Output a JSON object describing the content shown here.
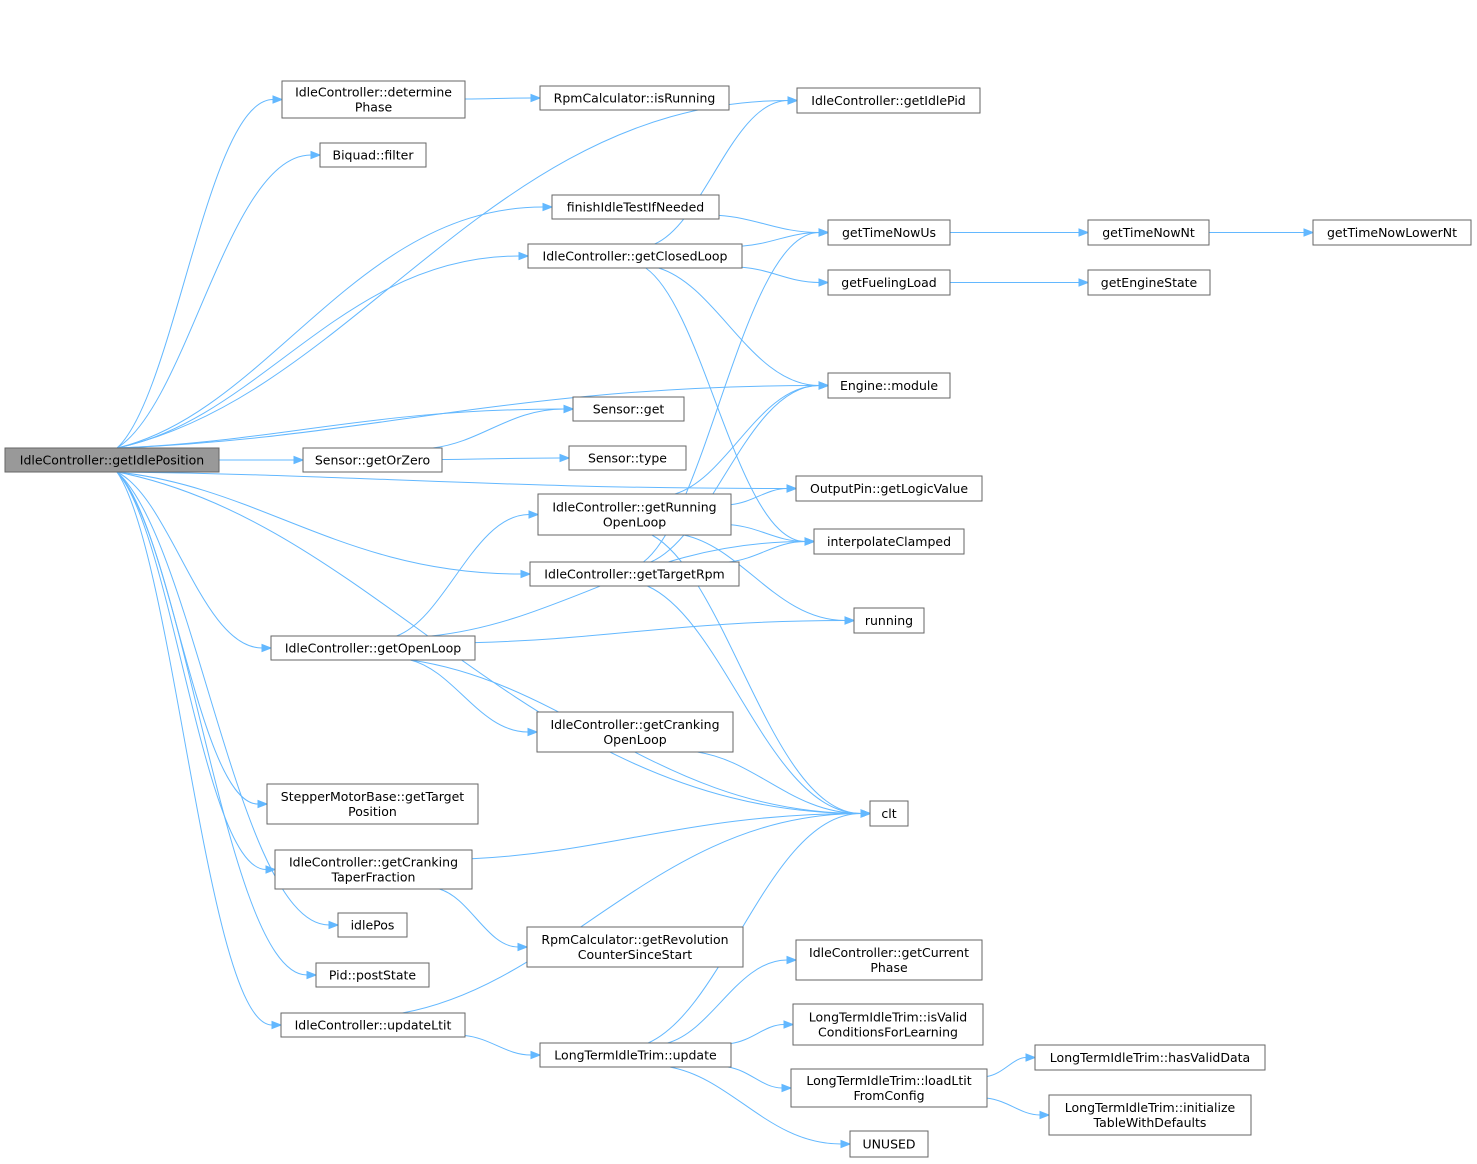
{
  "nodes": [
    {
      "id": "root",
      "lines": [
        "IdleController::getIdlePosition"
      ],
      "root": true
    },
    {
      "id": "determinePhase",
      "lines": [
        "IdleController::determine",
        "Phase"
      ]
    },
    {
      "id": "isRunning",
      "lines": [
        "RpmCalculator::isRunning"
      ]
    },
    {
      "id": "filter",
      "lines": [
        "Biquad::filter"
      ]
    },
    {
      "id": "finishIdleTest",
      "lines": [
        "finishIdleTestIfNeeded"
      ]
    },
    {
      "id": "getClosedLoop",
      "lines": [
        "IdleController::getClosedLoop"
      ]
    },
    {
      "id": "sensorGet",
      "lines": [
        "Sensor::get"
      ]
    },
    {
      "id": "getOrZero",
      "lines": [
        "Sensor::getOrZero"
      ]
    },
    {
      "id": "sensorType",
      "lines": [
        "Sensor::type"
      ]
    },
    {
      "id": "getRunningOpenLoop",
      "lines": [
        "IdleController::getRunning",
        "OpenLoop"
      ]
    },
    {
      "id": "getTargetRpm",
      "lines": [
        "IdleController::getTargetRpm"
      ]
    },
    {
      "id": "getOpenLoop",
      "lines": [
        "IdleController::getOpenLoop"
      ]
    },
    {
      "id": "getCrankingOpenLoop",
      "lines": [
        "IdleController::getCranking",
        "OpenLoop"
      ]
    },
    {
      "id": "stepperTarget",
      "lines": [
        "StepperMotorBase::getTarget",
        "Position"
      ]
    },
    {
      "id": "taperFraction",
      "lines": [
        "IdleController::getCranking",
        "TaperFraction"
      ]
    },
    {
      "id": "revCounter",
      "lines": [
        "RpmCalculator::getRevolution",
        "CounterSinceStart"
      ]
    },
    {
      "id": "idlePos",
      "lines": [
        "idlePos"
      ]
    },
    {
      "id": "postState",
      "lines": [
        "Pid::postState"
      ]
    },
    {
      "id": "updateLtit",
      "lines": [
        "IdleController::updateLtit"
      ]
    },
    {
      "id": "ltitUpdate",
      "lines": [
        "LongTermIdleTrim::update"
      ]
    },
    {
      "id": "getIdlePid",
      "lines": [
        "IdleController::getIdlePid"
      ]
    },
    {
      "id": "getTimeNowUs",
      "lines": [
        "getTimeNowUs"
      ]
    },
    {
      "id": "getTimeNowNt",
      "lines": [
        "getTimeNowNt"
      ]
    },
    {
      "id": "getTimeNowLowerNt",
      "lines": [
        "getTimeNowLowerNt"
      ]
    },
    {
      "id": "getFuelingLoad",
      "lines": [
        "getFuelingLoad"
      ]
    },
    {
      "id": "getEngineState",
      "lines": [
        "getEngineState"
      ]
    },
    {
      "id": "engineModule",
      "lines": [
        "Engine::module"
      ]
    },
    {
      "id": "getLogicValue",
      "lines": [
        "OutputPin::getLogicValue"
      ]
    },
    {
      "id": "interpolateClamped",
      "lines": [
        "interpolateClamped"
      ]
    },
    {
      "id": "running",
      "lines": [
        "running"
      ]
    },
    {
      "id": "clt",
      "lines": [
        "clt"
      ]
    },
    {
      "id": "getCurrentPhase",
      "lines": [
        "IdleController::getCurrent",
        "Phase"
      ]
    },
    {
      "id": "isValidConditions",
      "lines": [
        "LongTermIdleTrim::isValid",
        "ConditionsForLearning"
      ]
    },
    {
      "id": "loadLtit",
      "lines": [
        "LongTermIdleTrim::loadLtit",
        "FromConfig"
      ]
    },
    {
      "id": "hasValidData",
      "lines": [
        "LongTermIdleTrim::hasValidData"
      ]
    },
    {
      "id": "initTable",
      "lines": [
        "LongTermIdleTrim::initialize",
        "TableWithDefaults"
      ]
    },
    {
      "id": "unused",
      "lines": [
        "UNUSED"
      ]
    }
  ],
  "edges": [
    [
      "root",
      "determinePhase"
    ],
    [
      "root",
      "filter"
    ],
    [
      "root",
      "finishIdleTest"
    ],
    [
      "root",
      "getClosedLoop"
    ],
    [
      "root",
      "getIdlePid"
    ],
    [
      "root",
      "engineModule"
    ],
    [
      "root",
      "getLogicValue"
    ],
    [
      "root",
      "sensorGet"
    ],
    [
      "root",
      "getOrZero"
    ],
    [
      "root",
      "getTargetRpm"
    ],
    [
      "root",
      "getOpenLoop"
    ],
    [
      "root",
      "stepperTarget"
    ],
    [
      "root",
      "taperFraction"
    ],
    [
      "root",
      "idlePos"
    ],
    [
      "root",
      "postState"
    ],
    [
      "root",
      "updateLtit"
    ],
    [
      "root",
      "clt"
    ],
    [
      "determinePhase",
      "isRunning"
    ],
    [
      "finishIdleTest",
      "getTimeNowUs"
    ],
    [
      "getClosedLoop",
      "getIdlePid"
    ],
    [
      "getClosedLoop",
      "getTimeNowUs"
    ],
    [
      "getClosedLoop",
      "getFuelingLoad"
    ],
    [
      "getClosedLoop",
      "engineModule"
    ],
    [
      "getClosedLoop",
      "interpolateClamped"
    ],
    [
      "getTimeNowUs",
      "getTimeNowNt"
    ],
    [
      "getTimeNowNt",
      "getTimeNowLowerNt"
    ],
    [
      "getFuelingLoad",
      "getEngineState"
    ],
    [
      "getOrZero",
      "sensorGet"
    ],
    [
      "getOrZero",
      "sensorType"
    ],
    [
      "getRunningOpenLoop",
      "engineModule"
    ],
    [
      "getRunningOpenLoop",
      "getLogicValue"
    ],
    [
      "getRunningOpenLoop",
      "interpolateClamped"
    ],
    [
      "getRunningOpenLoop",
      "running"
    ],
    [
      "getRunningOpenLoop",
      "clt"
    ],
    [
      "getTargetRpm",
      "getTimeNowUs"
    ],
    [
      "getTargetRpm",
      "engineModule"
    ],
    [
      "getTargetRpm",
      "interpolateClamped"
    ],
    [
      "getTargetRpm",
      "clt"
    ],
    [
      "getOpenLoop",
      "getRunningOpenLoop"
    ],
    [
      "getOpenLoop",
      "interpolateClamped"
    ],
    [
      "getOpenLoop",
      "running"
    ],
    [
      "getOpenLoop",
      "getCrankingOpenLoop"
    ],
    [
      "getOpenLoop",
      "clt"
    ],
    [
      "getCrankingOpenLoop",
      "clt"
    ],
    [
      "taperFraction",
      "clt"
    ],
    [
      "taperFraction",
      "revCounter"
    ],
    [
      "updateLtit",
      "clt"
    ],
    [
      "updateLtit",
      "ltitUpdate"
    ],
    [
      "ltitUpdate",
      "clt"
    ],
    [
      "ltitUpdate",
      "getCurrentPhase"
    ],
    [
      "ltitUpdate",
      "isValidConditions"
    ],
    [
      "ltitUpdate",
      "loadLtit"
    ],
    [
      "ltitUpdate",
      "unused"
    ],
    [
      "loadLtit",
      "hasValidData"
    ],
    [
      "loadLtit",
      "initTable"
    ]
  ]
}
